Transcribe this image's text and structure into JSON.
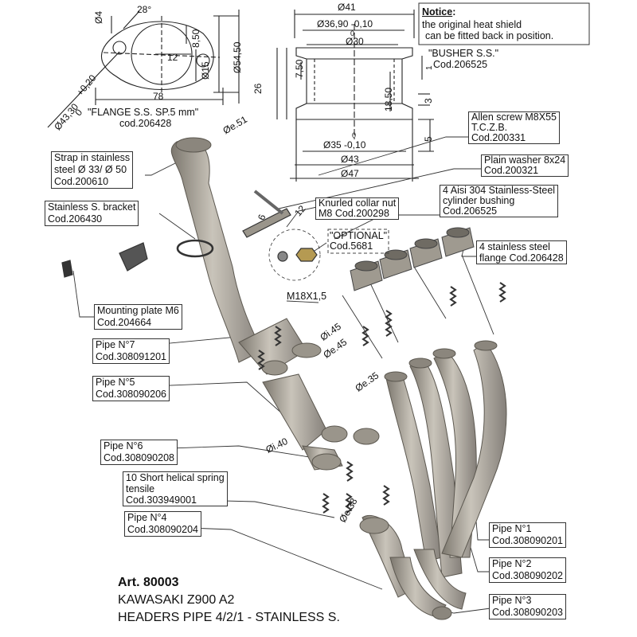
{
  "notice": {
    "title": "Notice",
    "line1": "the original heat shield",
    "line2": "can be fitted back in position."
  },
  "flange_drawing": {
    "angle": "28°",
    "hole": "Ø4",
    "r12": "12",
    "h850": "8,50",
    "d15": "Ø15",
    "d5450": "Ø54,50",
    "w78": "78",
    "tol_plus": "+0,20",
    "tol_zero": "0",
    "d4330": "Ø43,30",
    "name": "\"FLANGE S.S. SP.5 mm\"",
    "code": "cod.206428",
    "pipe_de51": "Øe.51"
  },
  "busher_drawing": {
    "d41": "Ø41",
    "d3690": "Ø36,90 -0,10",
    "tol0_top": "0",
    "d30": "Ø30",
    "name": "\"BUSHER S.S.\"",
    "code": "Cod.206525",
    "h750": "7,50",
    "h26": "26",
    "h1850": "18,50",
    "h3": "3",
    "h5": "5",
    "d35": "Ø35 -0,10",
    "tol0_bot": "0",
    "d43": "Ø43",
    "d47": "Ø47",
    "h1": "1"
  },
  "labels": {
    "allen1": "Allen screw M8X55",
    "allen2": "T.C.Z.B.",
    "allen3": "Cod.200331",
    "washer1": "Plain washer 8x24",
    "washer2": "Cod.200321",
    "bush1": "4 Aisi 304 Stainless-Steel",
    "bush2": "cylinder bushing",
    "bush3": "Cod.206525",
    "flange1": "4 stainless steel",
    "flange2": "flange Cod.206428",
    "strap1": "Strap in stainless",
    "strap2": "steel  Ø 33/ Ø 50",
    "strap3": "Cod.200610",
    "bracket1": "Stainless S. bracket",
    "bracket2": "Cod.206430",
    "knurled1": "Knurled collar nut",
    "knurled2": "M8 Cod.200298",
    "optional1": "\"OPTIONAL\"",
    "optional2": "Cod.5681",
    "mount1": "Mounting plate M6",
    "mount2": "Cod.204664",
    "m18": "M18X1,5",
    "n6": "6",
    "n12": "12",
    "di45": "Øi.45",
    "de45": "Øe.45",
    "de35": "Øe.35",
    "di40": "Øi.40",
    "de38": "Øe.38",
    "p7a": "Pipe N°7",
    "p7b": "Cod.308091201",
    "p5a": "Pipe N°5",
    "p5b": "Cod.308090206",
    "p6a": "Pipe N°6",
    "p6b": "Cod.308090208",
    "spring1": "10 Short helical spring",
    "spring2": "tensile",
    "spring3": "Cod.303949001",
    "p4a": "Pipe N°4",
    "p4b": "Cod.308090204",
    "p1a": "Pipe N°1",
    "p1b": "Cod.308090201",
    "p2a": "Pipe N°2",
    "p2b": "Cod.308090202",
    "p3a": "Pipe N°3",
    "p3b": "Cod.308090203"
  },
  "footer": {
    "art": "Art. 80003",
    "model": "KAWASAKI Z900 A2",
    "desc": "HEADERS PIPE 4/2/1 - STAINLESS S."
  },
  "colors": {
    "pipe": "#a9a49b",
    "pipe_dark": "#6f6b63",
    "line": "#222222"
  }
}
